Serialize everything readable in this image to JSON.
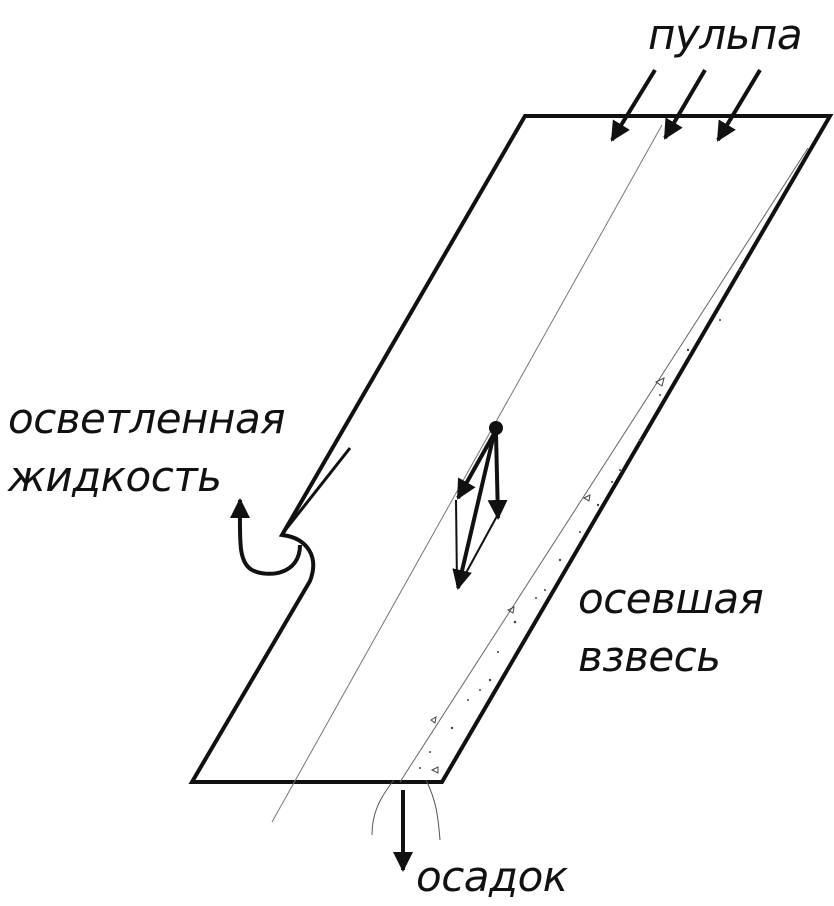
{
  "labels": {
    "pulp": "пульпа",
    "clarified_line1": "осветленная",
    "clarified_line2": "жидкость",
    "settled_line1": "осевшая",
    "settled_line2": "взвесь",
    "sediment": "осадок"
  },
  "colors": {
    "ink": "#111111",
    "thin_line": "#555555",
    "background": "#ffffff"
  }
}
